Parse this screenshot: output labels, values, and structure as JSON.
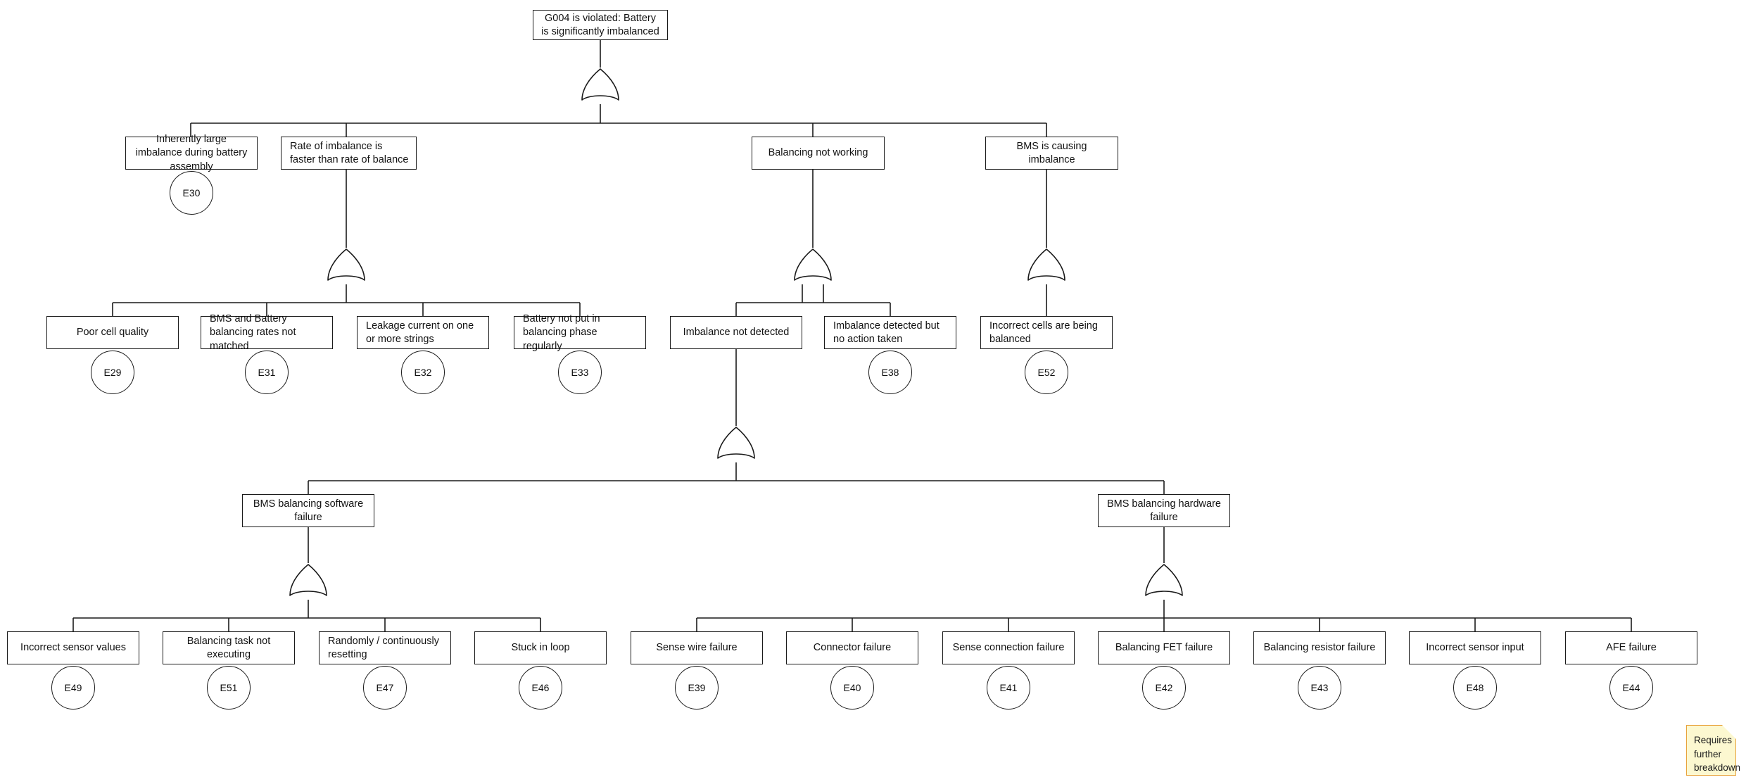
{
  "diagram": {
    "type": "fault-tree",
    "title_node": "G004 is violated: Battery is significantly imbalanced",
    "gate_type": "OR",
    "sticky_note": "Requires further breakdown",
    "colors": {
      "stroke": "#1a1a1a",
      "node_fill": "#ffffff",
      "sticky_fill": "#fcf8d0",
      "sticky_border": "#e8a33d"
    }
  },
  "nodes": {
    "top": {
      "label": "G004 is violated: Battery is significantly imbalanced"
    },
    "level2": [
      {
        "label": "Inherently large imbalance during battery assembly",
        "event": "E30"
      },
      {
        "label": "Rate of imbalance is faster than rate of balance",
        "event": ""
      },
      {
        "label": "Balancing not working",
        "event": ""
      },
      {
        "label": "BMS is causing imbalance",
        "event": ""
      }
    ],
    "level3": [
      {
        "label": "Poor cell quality",
        "event": "E29"
      },
      {
        "label": "BMS and Battery balancing rates not matched",
        "event": "E31"
      },
      {
        "label": "Leakage current on one or more strings",
        "event": "E32"
      },
      {
        "label": "Battery not put in balancing phase regularly",
        "event": "E33"
      },
      {
        "label": "Imbalance not detected",
        "event": ""
      },
      {
        "label": "Imbalance detected but no action taken",
        "event": "E38"
      },
      {
        "label": "Incorrect cells are being balanced",
        "event": "E52"
      }
    ],
    "level4": [
      {
        "label": "BMS balancing software failure",
        "event": ""
      },
      {
        "label": "BMS balancing hardware failure",
        "event": ""
      }
    ],
    "level5": [
      {
        "label": "Incorrect sensor values",
        "event": "E49"
      },
      {
        "label": "Balancing task not executing",
        "event": "E51"
      },
      {
        "label": "Randomly / continuously resetting",
        "event": "E47"
      },
      {
        "label": "Stuck in loop",
        "event": "E46"
      },
      {
        "label": "Sense wire failure",
        "event": "E39"
      },
      {
        "label": "Connector failure",
        "event": "E40"
      },
      {
        "label": "Sense connection failure",
        "event": "E41"
      },
      {
        "label": "Balancing FET failure",
        "event": "E42"
      },
      {
        "label": "Balancing resistor failure",
        "event": "E43"
      },
      {
        "label": "Incorrect sensor input",
        "event": "E48"
      },
      {
        "label": "AFE failure",
        "event": "E44"
      }
    ]
  }
}
